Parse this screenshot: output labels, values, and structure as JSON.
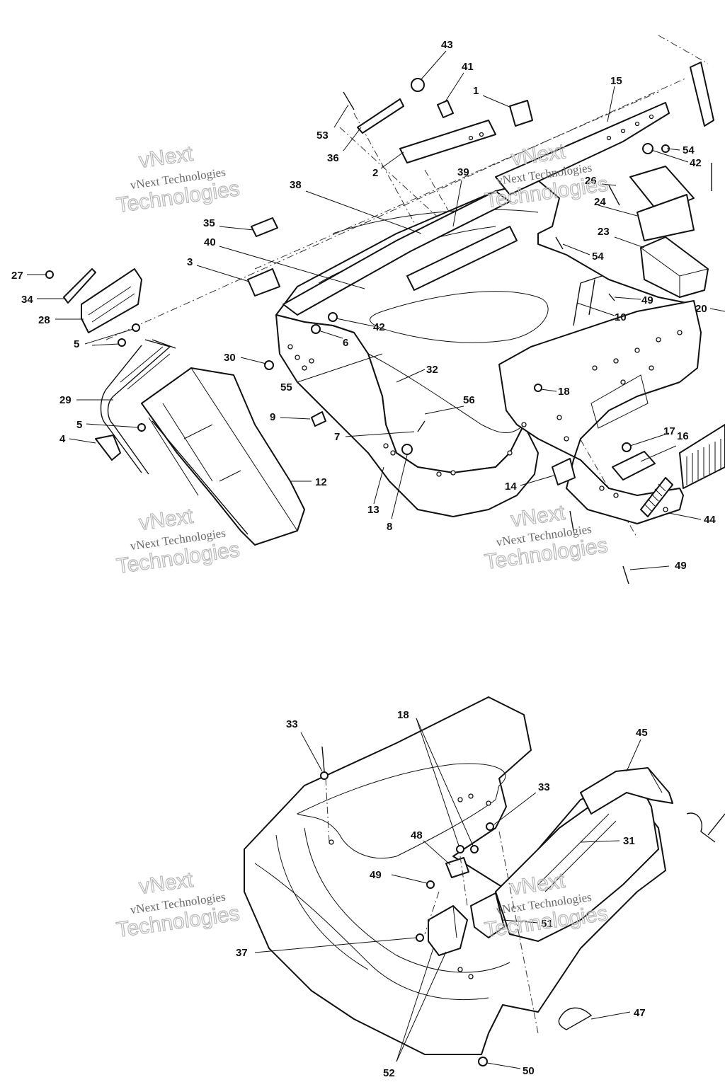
{
  "watermark": {
    "line1": "vNext",
    "line2": "vNext Technologies",
    "line3": "Technologies"
  },
  "callouts_upper": [
    "43",
    "41",
    "1",
    "15",
    "53",
    "36",
    "2",
    "54",
    "42",
    "38",
    "39",
    "26",
    "24",
    "35",
    "40",
    "3",
    "54",
    "23",
    "27",
    "34",
    "28",
    "49",
    "20",
    "10",
    "42",
    "6",
    "5",
    "30",
    "32",
    "55",
    "18",
    "29",
    "56",
    "9",
    "5",
    "7",
    "17",
    "16",
    "4",
    "12",
    "14",
    "44",
    "13",
    "8",
    "49"
  ],
  "callouts_lower": [
    "33",
    "18",
    "45",
    "33",
    "48",
    "31",
    "49",
    "51",
    "37",
    "47",
    "52",
    "50"
  ]
}
